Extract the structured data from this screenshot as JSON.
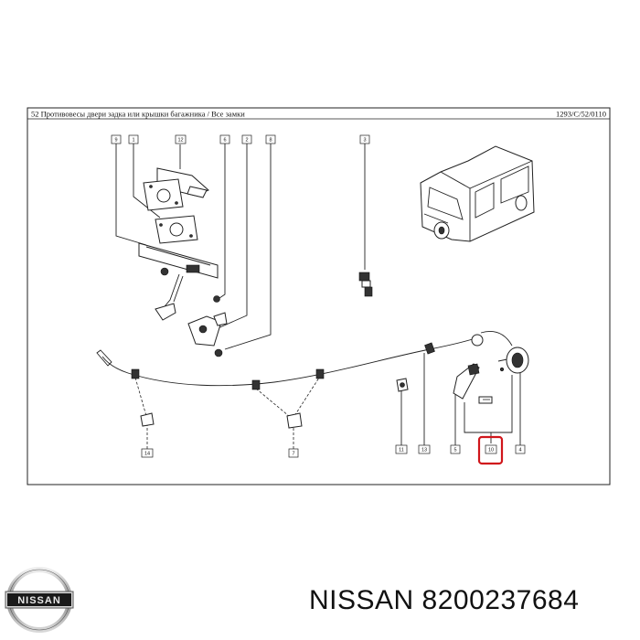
{
  "header": {
    "title": "52 Противовесы двери задка или крышки багажника / Все замки",
    "reference": "1293/C/52/0110"
  },
  "callouts": [
    "9",
    "1",
    "12",
    "6",
    "2",
    "8",
    "3",
    "14",
    "7",
    "11",
    "13",
    "5",
    "10",
    "4"
  ],
  "brand": {
    "name": "NISSAN",
    "part_number": "8200237684",
    "logo_text": "NISSAN"
  },
  "highlight_color": "#d0161b"
}
